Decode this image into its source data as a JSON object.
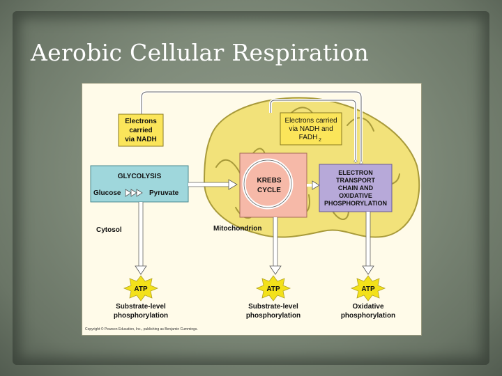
{
  "slide": {
    "title": "Aerobic Cellular Respiration"
  },
  "diagram": {
    "electrons_nadh": [
      "Electrons",
      "carried",
      "via NADH"
    ],
    "electrons_nadh_fadh2": [
      "Electrons carried",
      "via NADH and",
      "FADH"
    ],
    "fadh2_subscript": "2",
    "glycolysis": "GLYCOLYSIS",
    "glucose": "Glucose",
    "pyruvate": "Pyruvate",
    "krebs": [
      "KREBS",
      "CYCLE"
    ],
    "etc": [
      "ELECTRON",
      "TRANSPORT",
      "CHAIN AND",
      "OXIDATIVE",
      "PHOSPHORYLATION"
    ],
    "cytosol": "Cytosol",
    "mitochondrion": "Mitochondrion",
    "atp": "ATP",
    "atp_labels": [
      [
        "Substrate-level",
        "phosphorylation"
      ],
      [
        "Substrate-level",
        "phosphorylation"
      ],
      [
        "Oxidative",
        "phosphorylation"
      ]
    ],
    "copyright": "Copyright © Pearson Education, Inc., publishing as Benjamin Cummings.",
    "colors": {
      "background": "#fffbe9",
      "mitochondrion_fill": "#f2e27a",
      "mitochondrion_stroke": "#a89a3a",
      "glycolysis_box": "#9fd7dc",
      "krebs_box": "#f6b9a8",
      "etc_box": "#b7a9d9",
      "electrons_box": "#fbe55a",
      "atp_burst": "#f3e11a",
      "arrow": "#ffffff",
      "arrow_stroke": "#555555"
    }
  }
}
